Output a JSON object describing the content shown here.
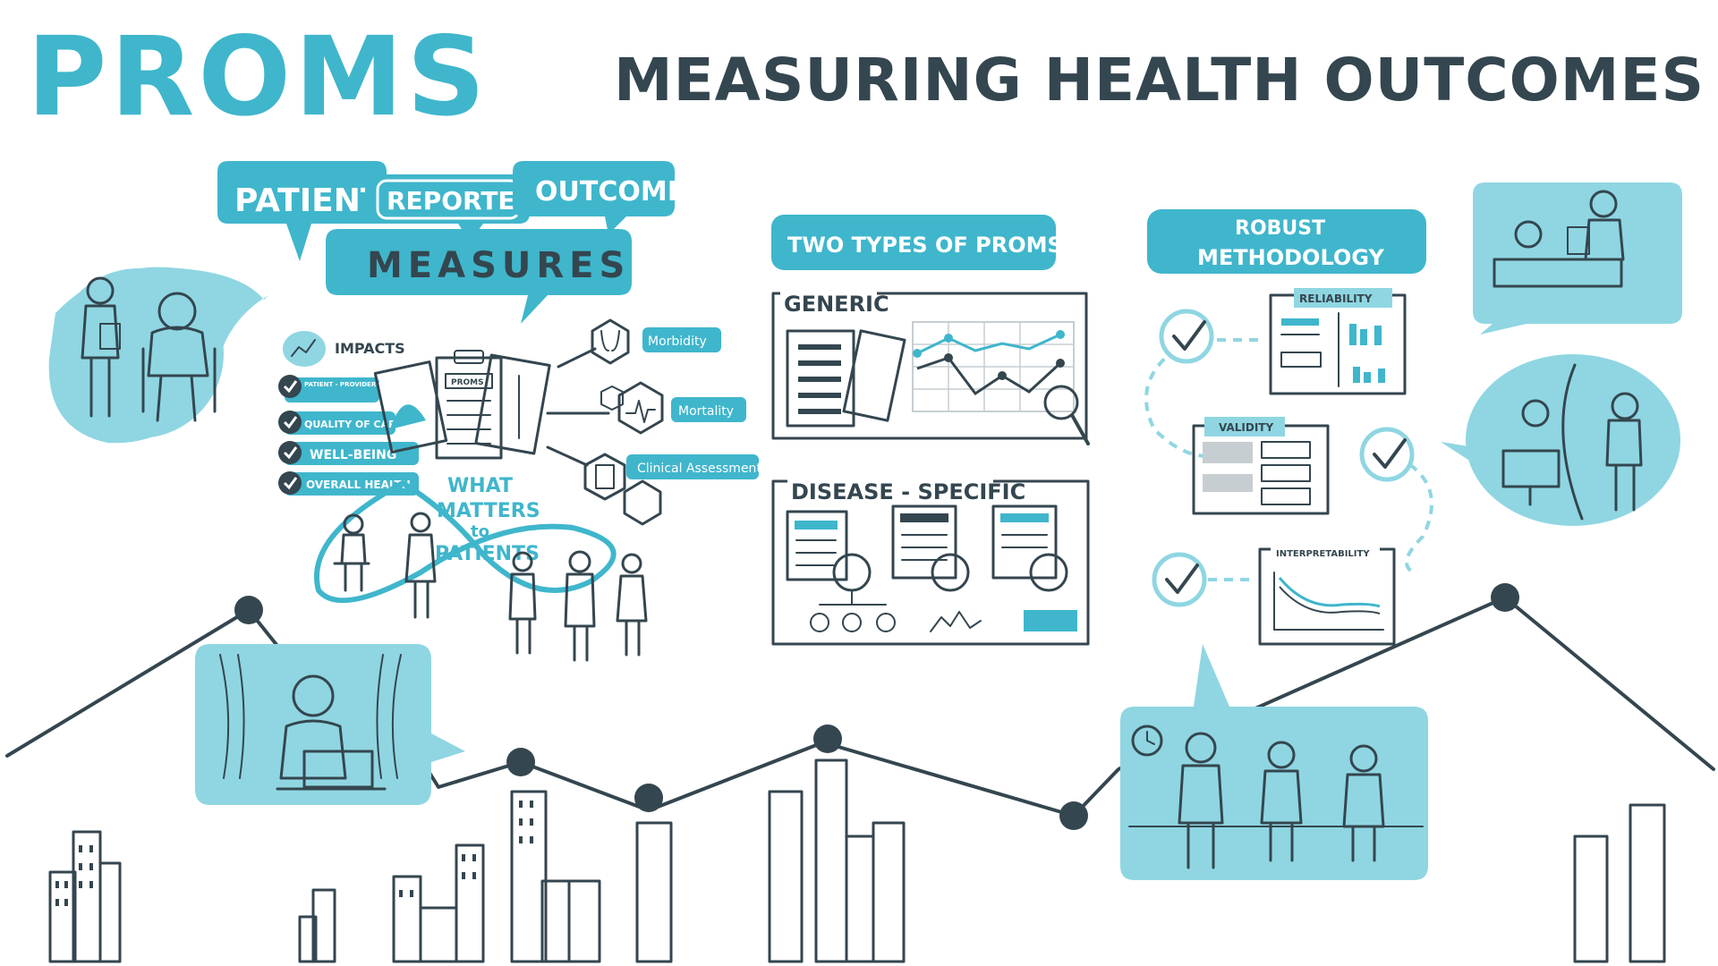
{
  "header": {
    "acronym": "PROMS",
    "subtitle": "MEASURING HEALTH OUTCOMES"
  },
  "definition": {
    "word1": "PATIENT",
    "word2": "REPORTED",
    "word3": "OUTCOME",
    "word4": "MEASURES"
  },
  "impacts": {
    "label": "IMPACTS",
    "items": [
      "PATIENT - PROVIDER COMMUNICATION",
      "QUALITY OF CARE",
      "WELL-BEING",
      "OVERALL HEALTH"
    ],
    "form_label": "PROMS"
  },
  "outcomes": {
    "morbidity": "Morbidity",
    "mortality": "Mortality",
    "clinical": "Clinical Assessment"
  },
  "what_matters": {
    "line1": "WHAT",
    "line2": "MATTERS",
    "line3": "to",
    "line4": "PATIENTS"
  },
  "types": {
    "title": "TWO TYPES OF PROMS",
    "generic": "GENERIC",
    "disease": "DISEASE - SPECIFIC"
  },
  "methodology": {
    "title_line1": "ROBUST",
    "title_line2": "METHODOLOGY",
    "reliability": "RELIABILITY",
    "validity": "VALIDITY",
    "interpretability": "INTERPRETABILITY"
  },
  "colors": {
    "teal": "#3fb6cc",
    "light_teal": "#8fd6e2",
    "ink": "#34464f",
    "grey": "#c7ced2"
  }
}
